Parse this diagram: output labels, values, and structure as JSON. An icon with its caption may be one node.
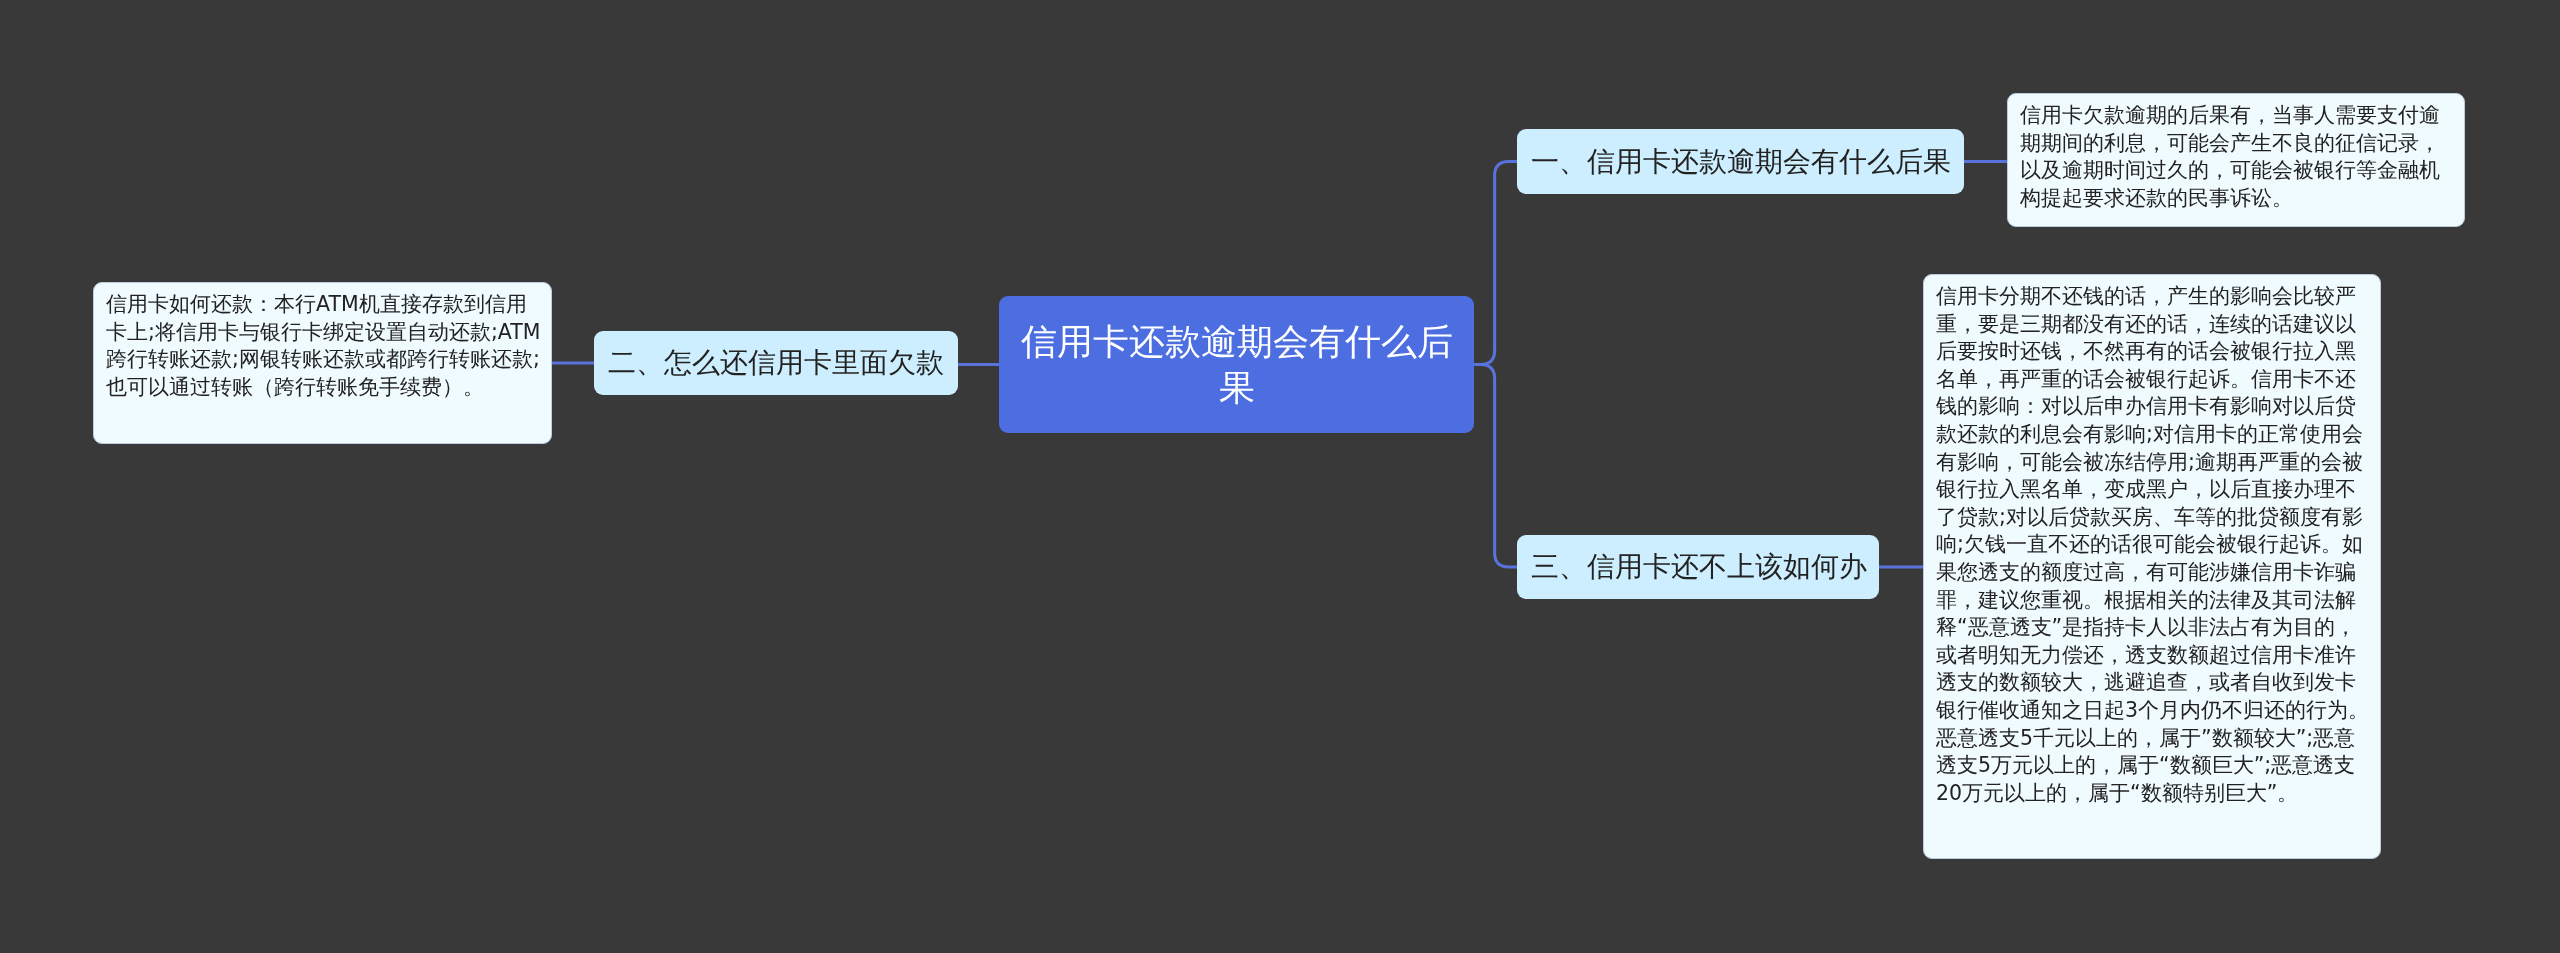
{
  "diagram": {
    "nodes": [
      {
        "text": [
          "信用卡还款逾期会有什么后果"
        ]
      },
      {
        "text": [
          "一、信用卡还款逾期会有什么后果"
        ]
      },
      {
        "text": [
          "信用卡欠款逾期的后果有，当事人需要支付逾期期间的利息，可能会产生不良的征信记录，以及逾期时间过久的，可能会被银行等金融机构提起要求还款的民事诉讼。"
        ]
      },
      {
        "text": [
          "二、怎么还信用卡里面欠款"
        ]
      },
      {
        "text": [
          "信用卡如何还款：本行ATM机直接存款到信用卡上;将信用卡与银行卡绑定设置自动还款;ATM跨行转账还款;网银转账还款或都跨行转账还款;也可以通过转账（跨行转账免手续费）。"
        ]
      },
      {
        "text": [
          "三、信用卡还不上该如何办"
        ]
      },
      {
        "text": [
          "信用卡分期不还钱的话，产生的影响会比较严重，要是三期都没有还的话，连续的话建议以后要按时还钱，不然再有的话会被银行拉入黑名单，再严重的话会被银行起诉。信用卡不还钱的影响：对以后申办信用卡有影响对以后贷款还款的利息会有影响;对信用卡的正常使用会有影响，可能会被冻结停用;逾期再严重的会被银行拉入黑名单，变成黑户，以后直接办理不了贷款;对以后贷款买房、车等的批贷额度有影响;欠钱一直不还的话很可能会被银行起诉。如果您透支的额度过高，有可能涉嫌信用卡诈骗罪，建议您重视。根据相关的法律及其司法解释“恶意透支”是指持卡人以非法占有为目的，或者明知无力偿还，透支数额超过信用卡准许透支的数额较大，逃避追查，或者自收到发卡银行催收通知之日起3个月内仍不归还的行为。恶意透支5千元以上的，属于”数额较大”;恶意透支5万元以上的，属于“数额巨大”;恶意透支20万元以上的，属于“数额特别巨大”。"
        ]
      }
    ],
    "edges": [
      {
        "from": 0,
        "to": 1,
        "arrow": "none"
      },
      {
        "from": 1,
        "to": 2,
        "arrow": "none"
      },
      {
        "from": 0,
        "to": 3,
        "arrow": "none"
      },
      {
        "from": 3,
        "to": 4,
        "arrow": "none"
      },
      {
        "from": 0,
        "to": 5,
        "arrow": "none"
      },
      {
        "from": 5,
        "to": 6,
        "arrow": "none"
      }
    ]
  }
}
